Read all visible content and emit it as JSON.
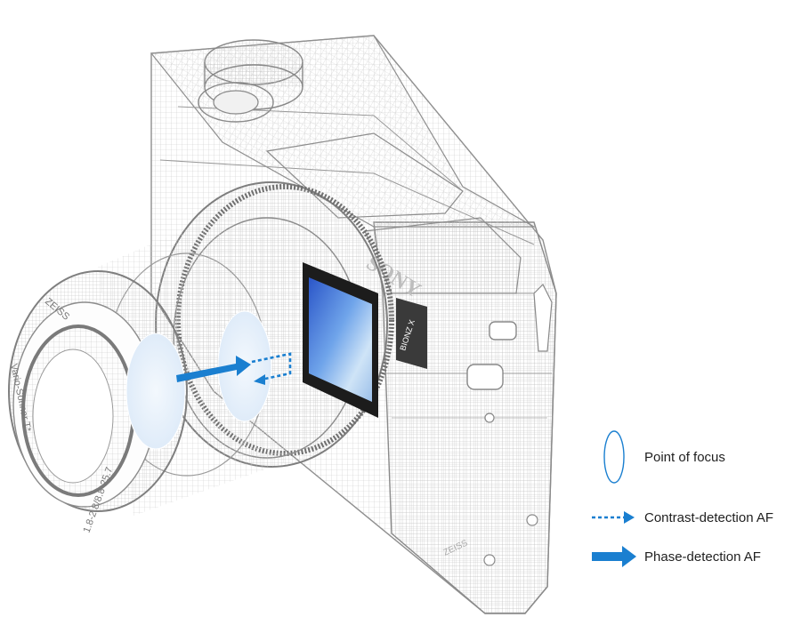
{
  "diagram": {
    "brand_text": "SONY",
    "lens_brand_text": "ZEISS",
    "lens_model_text": "Vario-Sonnar T*",
    "lens_spec_text": "1.8-2.8/8.8-25.7",
    "badge_text": "ZEISS",
    "model_badge_text": "BIONZ X"
  },
  "legend": {
    "items": [
      {
        "symbol": "ellipse-outline",
        "label": "Point of focus"
      },
      {
        "symbol": "dashed-arrow",
        "label": "Contrast-detection AF"
      },
      {
        "symbol": "solid-arrow",
        "label": "Phase-detection AF"
      }
    ]
  },
  "colors": {
    "accent_blue": "#1a7fd0",
    "focus_fill": "#e7f1fb",
    "wire_line": "#9a9a9a",
    "sensor_blue": "#3e6fd6"
  }
}
